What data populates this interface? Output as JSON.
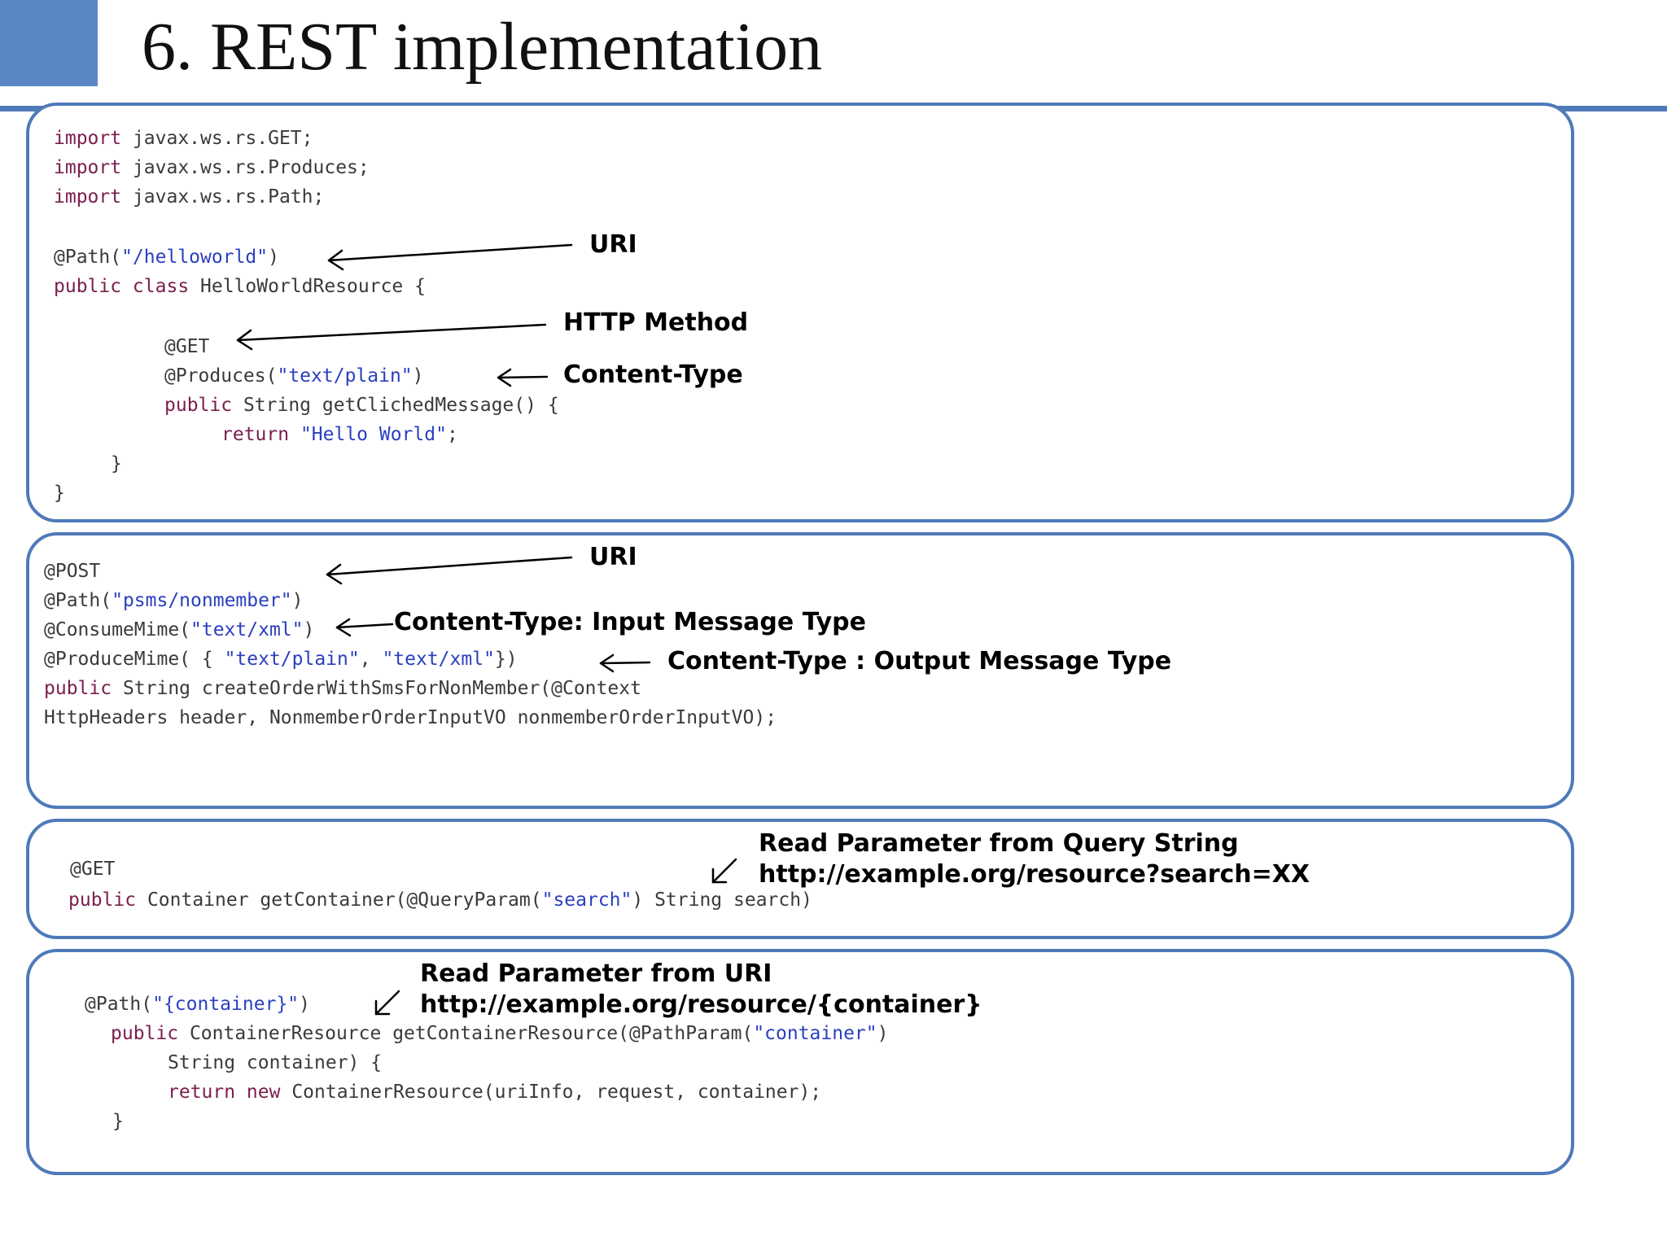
{
  "slide_title": "6. REST implementation",
  "colors": {
    "accent": "#5a86c5",
    "border": "#4f7ab9",
    "keyword": "#7b1f4e",
    "string": "#2a3fbf"
  },
  "box1": {
    "lines": [
      {
        "kw": "import",
        "rest": " javax.ws.rs.GET;"
      },
      {
        "kw": "import",
        "rest": " javax.ws.rs.Produces;"
      },
      {
        "kw": "import",
        "rest": " javax.ws.rs.Path;"
      },
      {
        "pre": "@Path(",
        "str": "\"/helloworld\"",
        "post": ")"
      },
      {
        "kw": "public class",
        "rest": " HelloWorldResource {"
      },
      {
        "pre": "@GET"
      },
      {
        "pre": "@Produces(",
        "str": "\"text/plain\"",
        "post": ")"
      },
      {
        "kw": "public",
        "rest": " String getClichedMessage() {"
      },
      {
        "kw": "return",
        "str": " \"Hello World\"",
        "post": ";"
      },
      {
        "pre": "}"
      },
      {
        "pre": "}"
      }
    ],
    "notes": {
      "uri": "URI",
      "http_method": "HTTP Method",
      "content_type": "Content-Type"
    }
  },
  "box2": {
    "lines": [
      {
        "pre": "@POST"
      },
      {
        "pre": "@Path(",
        "str": "\"psms/nonmember\"",
        "post": ")"
      },
      {
        "pre": "@ConsumeMime(",
        "str": "\"text/xml\"",
        "post": ")"
      },
      {
        "pre": "@ProduceMime( { ",
        "str": "\"text/plain\"",
        "mid": ", ",
        "str2": "\"text/xml\"",
        "post": "})"
      },
      {
        "kw": "public",
        "rest": " String createOrderWithSmsForNonMember(@Context"
      },
      {
        "pre": "HttpHeaders header, NonmemberOrderInputVO nonmemberOrderInputVO);"
      }
    ],
    "notes": {
      "uri": "URI",
      "input": "Content-Type: Input Message Type",
      "output": "Content-Type : Output Message Type"
    }
  },
  "box3": {
    "lines": [
      {
        "pre": "@GET"
      },
      {
        "kw": "public",
        "rest": " Container getContainer(@QueryParam(",
        "str": "\"search\"",
        "post": ") String search)"
      }
    ],
    "notes": {
      "line1": "Read Parameter from Query String",
      "line2": "http://example.org/resource?search=XX"
    }
  },
  "box4": {
    "lines": [
      {
        "pre": "@Path(",
        "str": "\"{container}\"",
        "post": ")"
      },
      {
        "kw": "public",
        "rest": " ContainerResource getContainerResource(@PathParam(",
        "str": "\"container\"",
        "post": ")"
      },
      {
        "pre": "String container) {"
      },
      {
        "kw": "return new",
        "rest": " ContainerResource(uriInfo, request, container);"
      },
      {
        "pre": "}"
      }
    ],
    "notes": {
      "line1": "Read Parameter from URI",
      "line2": "http://example.org/resource/{container}"
    }
  }
}
